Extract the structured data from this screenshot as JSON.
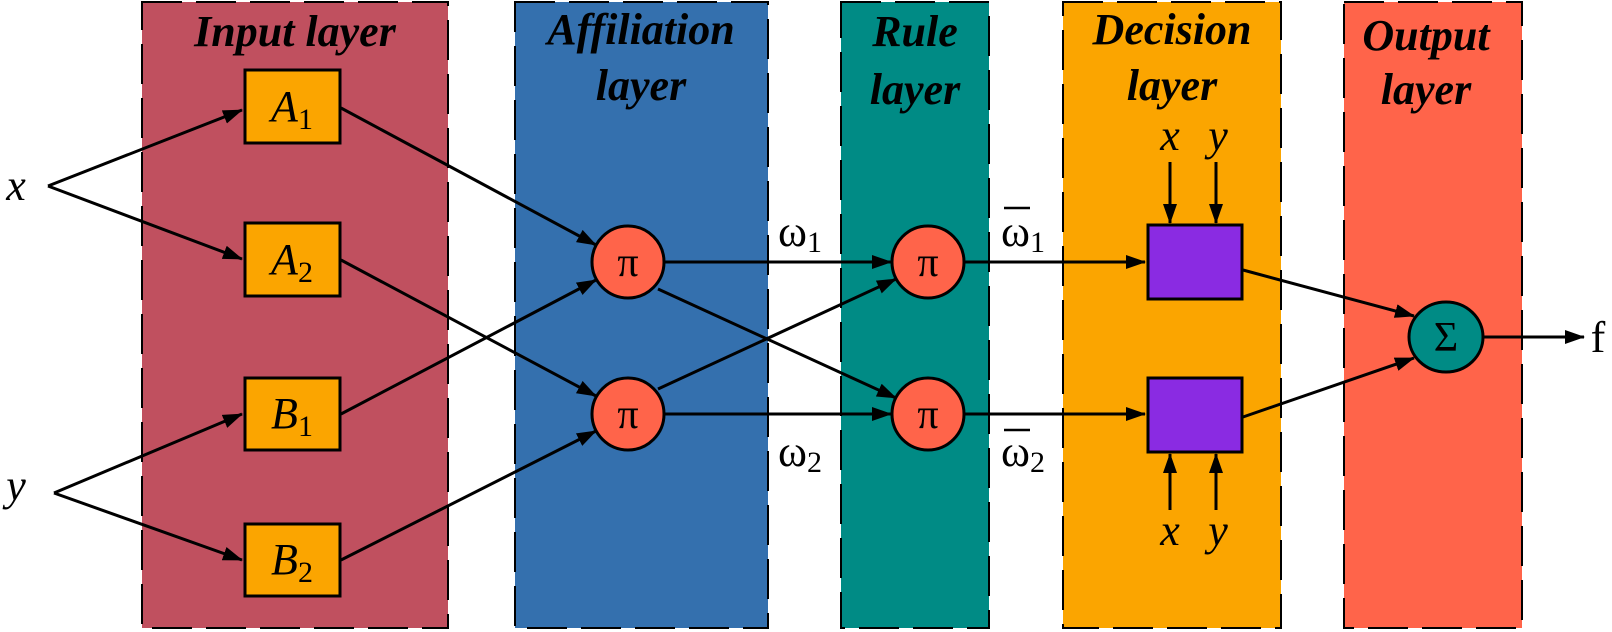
{
  "diagram": {
    "type": "ANFIS network architecture",
    "colors": {
      "input_layer": "#C0505F",
      "affiliation_layer": "#3470AE",
      "rule_layer": "#008B85",
      "decision_layer": "#FBA500",
      "output_layer": "#FF644A",
      "input_node": "#FBA500",
      "product_node": "#FF644A",
      "decision_node": "#8A2BE2",
      "sum_node": "#008B85"
    },
    "layers": [
      {
        "id": "input",
        "title_lines": [
          "Input layer"
        ]
      },
      {
        "id": "affiliation",
        "title_lines": [
          "Affiliation",
          "layer"
        ]
      },
      {
        "id": "rule",
        "title_lines": [
          "Rule",
          "layer"
        ]
      },
      {
        "id": "decision",
        "title_lines": [
          "Decision",
          "layer"
        ]
      },
      {
        "id": "output",
        "title_lines": [
          "Output",
          "layer"
        ]
      }
    ],
    "inputs": [
      {
        "id": "x",
        "label": "x"
      },
      {
        "id": "y",
        "label": "y"
      }
    ],
    "input_nodes": [
      {
        "id": "A1",
        "label": "A",
        "sub": "1",
        "from": "x"
      },
      {
        "id": "A2",
        "label": "A",
        "sub": "2",
        "from": "x"
      },
      {
        "id": "B1",
        "label": "B",
        "sub": "1",
        "from": "y"
      },
      {
        "id": "B2",
        "label": "B",
        "sub": "2",
        "from": "y"
      }
    ],
    "affiliation_nodes": [
      {
        "id": "P1",
        "symbol": "π",
        "from": [
          "A1",
          "B1"
        ]
      },
      {
        "id": "P2",
        "symbol": "π",
        "from": [
          "A2",
          "B2"
        ]
      }
    ],
    "rule_nodes": [
      {
        "id": "N1",
        "symbol": "π",
        "from": [
          "P1",
          "P2"
        ]
      },
      {
        "id": "N2",
        "symbol": "π",
        "from": [
          "P1",
          "P2"
        ]
      }
    ],
    "weights": [
      {
        "label": "ω",
        "sub": "1",
        "bar": false
      },
      {
        "label": "ω",
        "sub": "2",
        "bar": false
      },
      {
        "label": "ω",
        "sub": "1",
        "bar": true
      },
      {
        "label": "ω",
        "sub": "2",
        "bar": true
      }
    ],
    "decision_nodes": [
      {
        "id": "D1",
        "inputs": [
          "x",
          "y"
        ],
        "from": "N1"
      },
      {
        "id": "D2",
        "inputs": [
          "x",
          "y"
        ],
        "from": "N2"
      }
    ],
    "decision_input_labels": {
      "x": "x",
      "y": "y"
    },
    "output_node": {
      "id": "S",
      "symbol": "Σ",
      "from": [
        "D1",
        "D2"
      ]
    },
    "output_label": "f"
  }
}
